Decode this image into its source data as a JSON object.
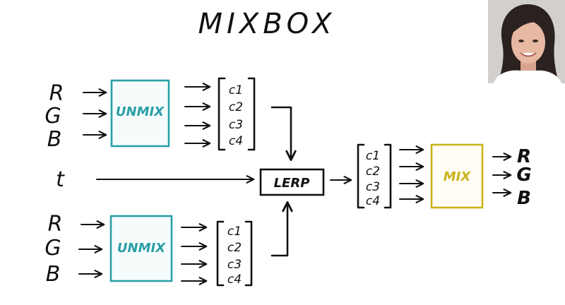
{
  "title": "MIXBOX",
  "inputs_top": [
    "R",
    "G",
    "B"
  ],
  "inputs_bottom": [
    "R",
    "G",
    "B"
  ],
  "t_label": "t",
  "outputs": [
    "R",
    "G",
    "B"
  ],
  "unmix_top": {
    "label": "UNMIX",
    "color": "#2a9fa6"
  },
  "unmix_bottom": {
    "label": "UNMIX",
    "color": "#2a9fa6"
  },
  "lerp": {
    "label": "LERP"
  },
  "mix": {
    "label": "MIX",
    "color": "#c9b21c"
  },
  "coeffs_top": [
    "c1",
    "c2",
    "c3",
    "c4"
  ],
  "coeffs_bottom": [
    "c1",
    "c2",
    "c3",
    "c4"
  ],
  "coeffs_mixed": [
    "c1",
    "c2",
    "c3",
    "c4"
  ],
  "webcam": {
    "shirt_color": "#ffffff",
    "hair_color": "#2b2220",
    "skin_color": "#e8b9a2",
    "background_color": "#d3cfcc"
  }
}
